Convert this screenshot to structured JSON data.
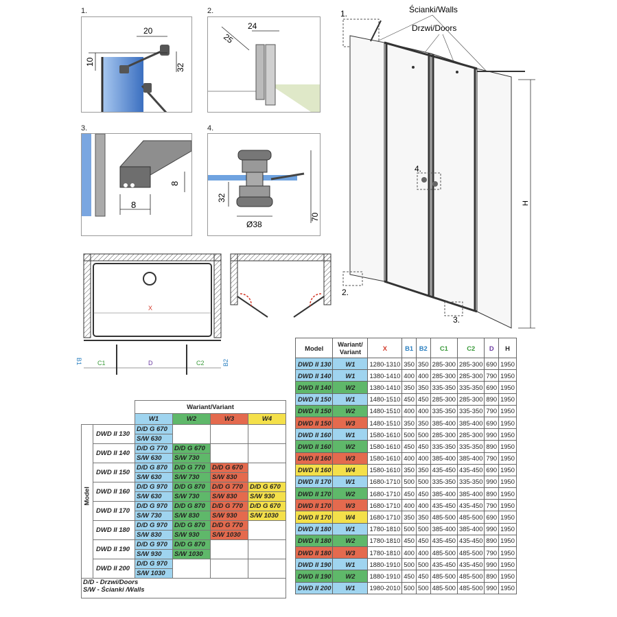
{
  "details": {
    "d1": {
      "num": "1.",
      "dims": [
        "20",
        "10",
        "32"
      ]
    },
    "d2": {
      "num": "2.",
      "dims": [
        "24",
        "25"
      ]
    },
    "d3": {
      "num": "3.",
      "dims": [
        "8",
        "8"
      ]
    },
    "d4": {
      "num": "4.",
      "dims": [
        "32",
        "Ø38",
        "70"
      ]
    }
  },
  "main": {
    "walls_label": "Ścianki/Walls",
    "doors_label": "Drzwi/Doors",
    "callouts": [
      "1.",
      "2.",
      "3.",
      "4."
    ],
    "height_label": "H"
  },
  "plan": {
    "x_label": "X",
    "b1": "B1",
    "b2": "B2",
    "c1": "C1",
    "c2": "C2",
    "d": "D"
  },
  "variant_matrix": {
    "header_title": "Wariant/Variant",
    "headers": [
      "W1",
      "W2",
      "W3",
      "W4"
    ],
    "model_label": "Model",
    "rows": [
      {
        "model": "DWD II 130",
        "cells": [
          [
            "D/D G 670",
            "S/W 630"
          ],
          null,
          null,
          null
        ]
      },
      {
        "model": "DWD II 140",
        "cells": [
          [
            "D/D G 770",
            "S/W 630"
          ],
          [
            "D/D G 670",
            "S/W 730"
          ],
          null,
          null
        ]
      },
      {
        "model": "DWD II 150",
        "cells": [
          [
            "D/D G 870",
            "S/W 630"
          ],
          [
            "D/D G 770",
            "S/W 730"
          ],
          [
            "D/D G 670",
            "S/W 830"
          ],
          null
        ]
      },
      {
        "model": "DWD II 160",
        "cells": [
          [
            "D/D G 970",
            "S/W 630"
          ],
          [
            "D/D G 870",
            "S/W 730"
          ],
          [
            "D/D G 770",
            "S/W 830"
          ],
          [
            "D/D G 670",
            "S/W 930"
          ]
        ]
      },
      {
        "model": "DWD II 170",
        "cells": [
          [
            "D/D G 970",
            "S/W 730"
          ],
          [
            "D/D G 870",
            "S/W 830"
          ],
          [
            "D/D G 770",
            "S/W 930"
          ],
          [
            "D/D G 670",
            "S/W 1030"
          ]
        ]
      },
      {
        "model": "DWD II 180",
        "cells": [
          [
            "D/D G 970",
            "S/W 830"
          ],
          [
            "D/D G 870",
            "S/W 930"
          ],
          [
            "D/D G 770",
            "S/W 1030"
          ],
          null
        ]
      },
      {
        "model": "DWD II 190",
        "cells": [
          [
            "D/D G 970",
            "S/W 930"
          ],
          [
            "D/D G 870",
            "S/W 1030"
          ],
          null,
          null
        ]
      },
      {
        "model": "DWD II 200",
        "cells": [
          [
            "D/D G 970",
            "S/W 1030"
          ],
          null,
          null,
          null
        ]
      }
    ],
    "legend": [
      "D/D - Drzwi/Doors",
      "S/W - Ścianki /Walls"
    ]
  },
  "spec_table": {
    "headers": [
      "Model",
      "Wariant/ Variant",
      "X",
      "B1",
      "B2",
      "C1",
      "C2",
      "D",
      "H"
    ],
    "header_colors": {
      "X": "#d23a2a",
      "B1": "#2a7fc0",
      "B2": "#2a7fc0",
      "C1": "#3a9a3a",
      "C2": "#3a9a3a",
      "D": "#6a3aa0",
      "H": "#222222"
    },
    "variant_colors": {
      "W1": "#9fd4ef",
      "W2": "#5fb86a",
      "W3": "#e46a4e",
      "W4": "#f4e04a"
    },
    "rows": [
      [
        "DWD II 130",
        "W1",
        "1280-1310",
        "350",
        "350",
        "285-300",
        "285-300",
        "690",
        "1950"
      ],
      [
        "DWD II 140",
        "W1",
        "1380-1410",
        "400",
        "400",
        "285-300",
        "285-300",
        "790",
        "1950"
      ],
      [
        "DWD II 140",
        "W2",
        "1380-1410",
        "350",
        "350",
        "335-350",
        "335-350",
        "690",
        "1950"
      ],
      [
        "DWD II 150",
        "W1",
        "1480-1510",
        "450",
        "450",
        "285-300",
        "285-300",
        "890",
        "1950"
      ],
      [
        "DWD II 150",
        "W2",
        "1480-1510",
        "400",
        "400",
        "335-350",
        "335-350",
        "790",
        "1950"
      ],
      [
        "DWD II 150",
        "W3",
        "1480-1510",
        "350",
        "350",
        "385-400",
        "385-400",
        "690",
        "1950"
      ],
      [
        "DWD II 160",
        "W1",
        "1580-1610",
        "500",
        "500",
        "285-300",
        "285-300",
        "990",
        "1950"
      ],
      [
        "DWD II 160",
        "W2",
        "1580-1610",
        "450",
        "450",
        "335-350",
        "335-350",
        "890",
        "1950"
      ],
      [
        "DWD II 160",
        "W3",
        "1580-1610",
        "400",
        "400",
        "385-400",
        "385-400",
        "790",
        "1950"
      ],
      [
        "DWD II 160",
        "W4",
        "1580-1610",
        "350",
        "350",
        "435-450",
        "435-450",
        "690",
        "1950"
      ],
      [
        "DWD II 170",
        "W1",
        "1680-1710",
        "500",
        "500",
        "335-350",
        "335-350",
        "990",
        "1950"
      ],
      [
        "DWD II 170",
        "W2",
        "1680-1710",
        "450",
        "450",
        "385-400",
        "385-400",
        "890",
        "1950"
      ],
      [
        "DWD II 170",
        "W3",
        "1680-1710",
        "400",
        "400",
        "435-450",
        "435-450",
        "790",
        "1950"
      ],
      [
        "DWD II 170",
        "W4",
        "1680-1710",
        "350",
        "350",
        "485-500",
        "485-500",
        "690",
        "1950"
      ],
      [
        "DWD II 180",
        "W1",
        "1780-1810",
        "500",
        "500",
        "385-400",
        "385-400",
        "990",
        "1950"
      ],
      [
        "DWD II 180",
        "W2",
        "1780-1810",
        "450",
        "450",
        "435-450",
        "435-450",
        "890",
        "1950"
      ],
      [
        "DWD II 180",
        "W3",
        "1780-1810",
        "400",
        "400",
        "485-500",
        "485-500",
        "790",
        "1950"
      ],
      [
        "DWD II 190",
        "W1",
        "1880-1910",
        "500",
        "500",
        "435-450",
        "435-450",
        "990",
        "1950"
      ],
      [
        "DWD II 190",
        "W2",
        "1880-1910",
        "450",
        "450",
        "485-500",
        "485-500",
        "890",
        "1950"
      ],
      [
        "DWD II 200",
        "W1",
        "1980-2010",
        "500",
        "500",
        "485-500",
        "485-500",
        "990",
        "1950"
      ]
    ]
  }
}
